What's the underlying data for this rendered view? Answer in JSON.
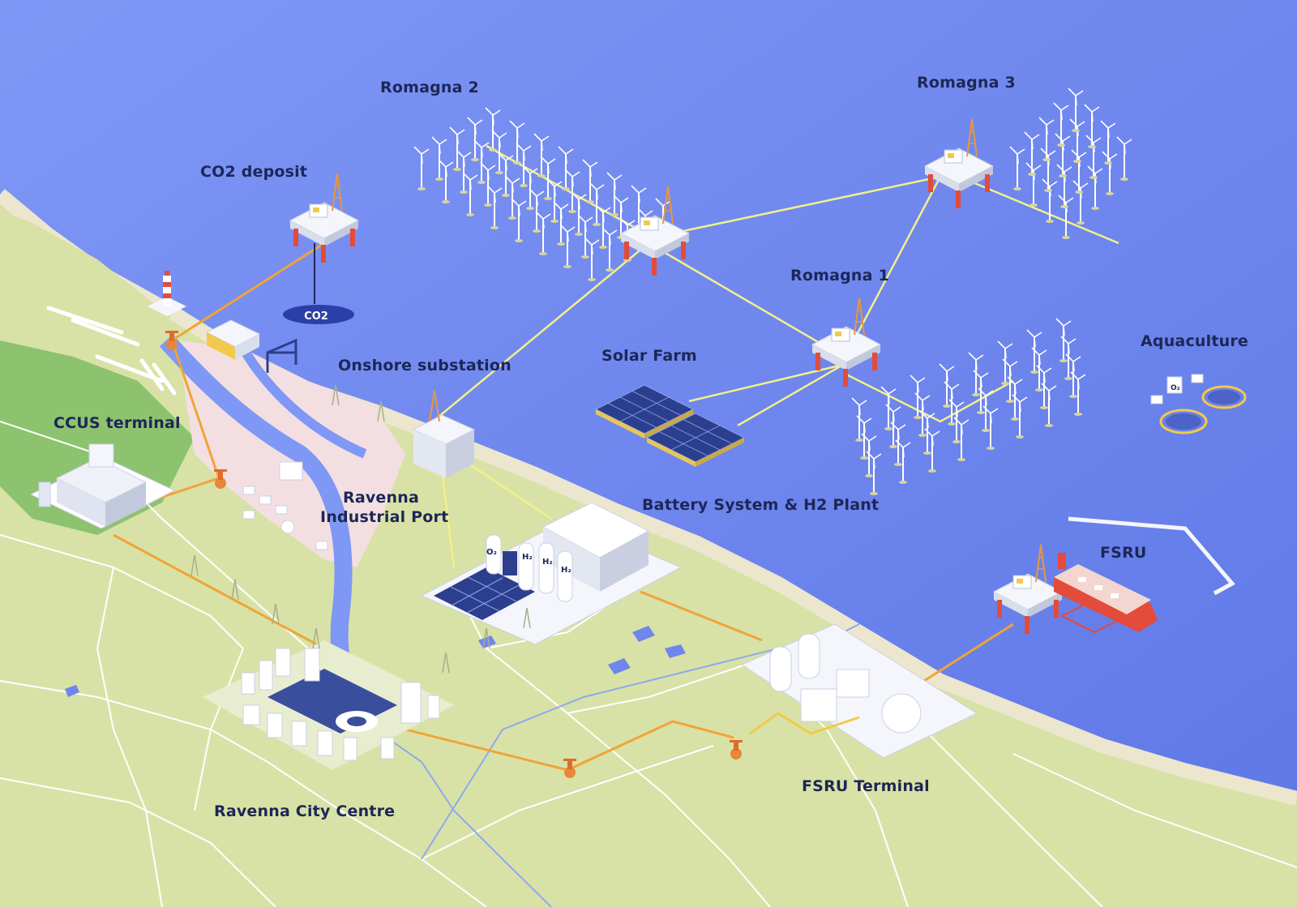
{
  "labels": {
    "romagna_2": "Romagna 2",
    "romagna_3": "Romagna 3",
    "co2_deposit": "CO2 deposit",
    "romagna_1": "Romagna 1",
    "onshore_substation": "Onshore substation",
    "solar_farm": "Solar Farm",
    "aquaculture": "Aquaculture",
    "ccus_terminal": "CCUS terminal",
    "ravenna_industrial_port_line1": "Ravenna",
    "ravenna_industrial_port_line2": "Industrial Port",
    "battery_system_h2_plant": "Battery System & H2 Plant",
    "fsru": "FSRU",
    "fsru_terminal": "FSRU Terminal",
    "ravenna_city_centre": "Ravenna City Centre"
  },
  "badges": {
    "co2": "CO2"
  },
  "tank_marks": [
    "O₂",
    "H₂",
    "H₂",
    "H₂"
  ],
  "aquaculture_mark": "O₂",
  "colors": {
    "sea": "#6f86ee",
    "land": "#d8e2a6",
    "port_area": "#f3dfe1",
    "green_zone": "#8dc26f",
    "beach": "#ece6cf",
    "power_line": "#f2f08a",
    "pipeline": "#f0a437",
    "road": "#ffffff",
    "label": "#1c2756"
  },
  "icons": [
    "offshore-platform-icon",
    "wind-turbine-icon",
    "solar-panel-icon",
    "pipeline-valve-icon",
    "lighthouse-icon",
    "storage-tank-icon",
    "ship-icon"
  ]
}
